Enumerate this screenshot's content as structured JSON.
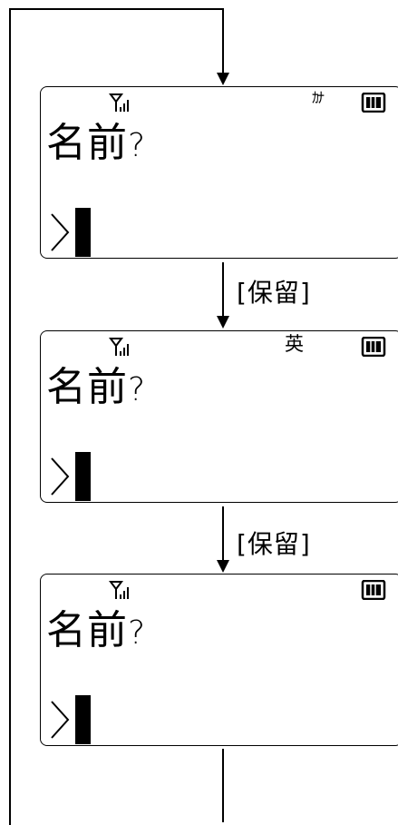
{
  "screens": [
    {
      "mode_indicator": "ｶﾅ",
      "prompt": "名前",
      "prompt_mark": "?"
    },
    {
      "mode_indicator": "英",
      "prompt": "名前",
      "prompt_mark": "?"
    },
    {
      "mode_indicator": "",
      "prompt": "名前",
      "prompt_mark": "?"
    }
  ],
  "transitions": [
    {
      "label": "[保留]"
    },
    {
      "label": "[保留]"
    }
  ],
  "icons": {
    "signal": "antenna-signal-icon",
    "battery": "battery-icon",
    "input_cursor": "input-cursor-icon"
  }
}
